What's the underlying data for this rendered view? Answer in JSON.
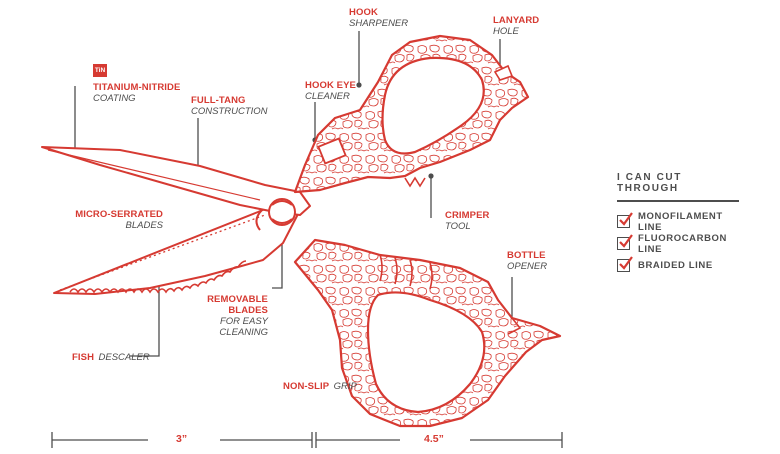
{
  "labels": {
    "hook_sharpener": {
      "line1": "HOOK",
      "line2": "SHARPENER"
    },
    "lanyard_hole": {
      "line1": "LANYARD",
      "line2": "HOLE"
    },
    "tin_badge": "TiN",
    "titanium_nitride": {
      "line1": "TITANIUM-NITRIDE",
      "line2": "COATING"
    },
    "full_tang": {
      "line1": "FULL-TANG",
      "line2": "CONSTRUCTION"
    },
    "hook_eye": {
      "line1": "HOOK EYE",
      "line2": "CLEANER"
    },
    "micro_serrated": {
      "line1": "MICRO-SERRATED",
      "line2": "BLADES"
    },
    "crimper": {
      "line1": "CRIMPER",
      "line2": "TOOL"
    },
    "removable_blades": {
      "line1": "REMOVABLE BLADES",
      "line2": "FOR EASY CLEANING"
    },
    "bottle_opener": {
      "line1": "BOTTLE",
      "line2": "OPENER"
    },
    "fish_descaler": {
      "line1": "FISH",
      "line2": "DESCALER"
    },
    "non_slip_grip": {
      "line1": "NON-SLIP",
      "line2": "GRIP"
    }
  },
  "panel": {
    "title": "I CAN CUT THROUGH",
    "items": [
      "MONOFILAMENT LINE",
      "FLUOROCARBON LINE",
      "BRAIDED LINE"
    ]
  },
  "dimensions": {
    "blade": "3”",
    "handle": "4.5”"
  },
  "colors": {
    "accent": "#d63a32",
    "text": "#4d4d4d"
  }
}
